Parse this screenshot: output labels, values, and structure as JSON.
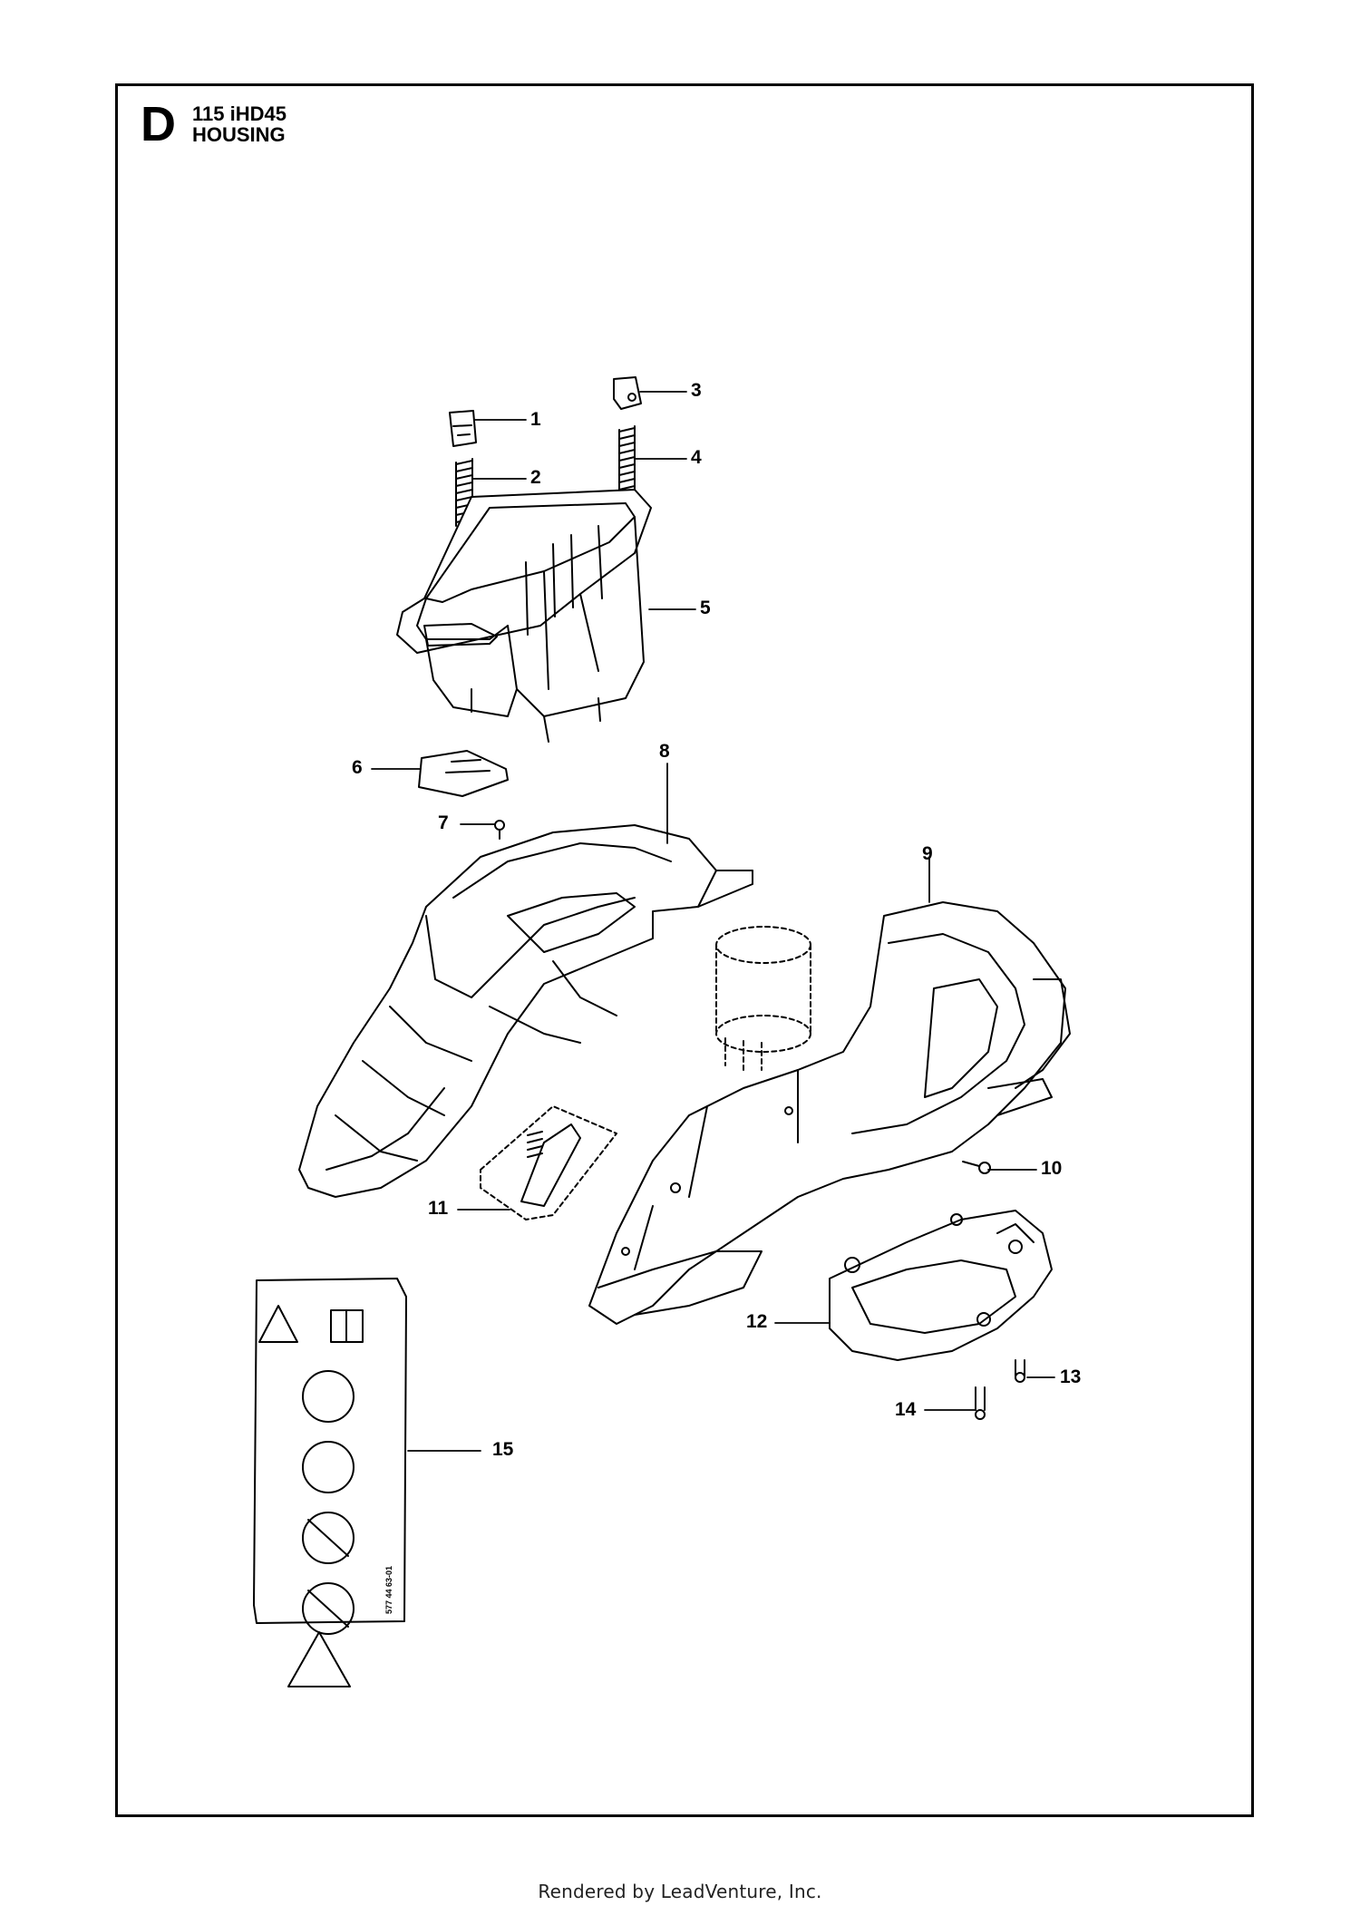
{
  "header": {
    "section_letter": "D",
    "model": "115 iHD45",
    "assembly": "HOUSING"
  },
  "callouts": [
    "1",
    "2",
    "3",
    "4",
    "5",
    "6",
    "7",
    "8",
    "9",
    "10",
    "11",
    "12",
    "13",
    "14",
    "15"
  ],
  "label": {
    "code": "577 44 63-01"
  },
  "footer": "Rendered by LeadVenture, Inc."
}
